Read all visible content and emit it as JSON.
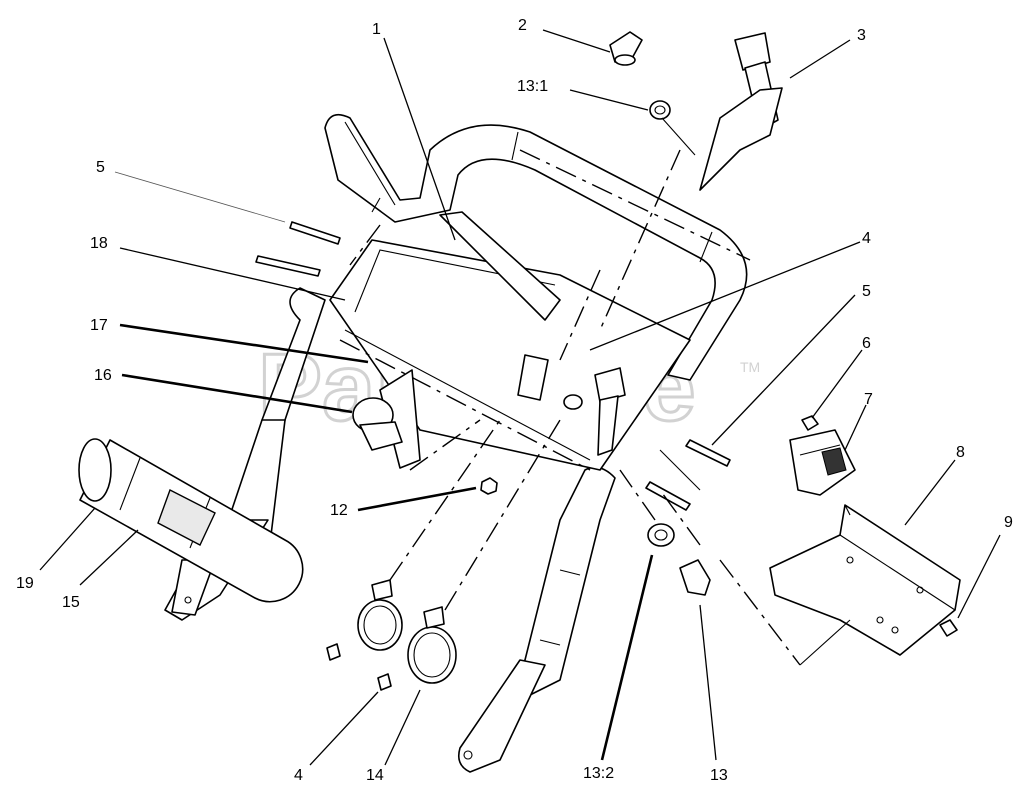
{
  "watermark": {
    "text": "PartsTree",
    "trademark": "TM"
  },
  "callouts": {
    "c1": "1",
    "c2": "2",
    "c3": "3",
    "c13_1": "13:1",
    "c5_left": "5",
    "c4_right": "4",
    "c18": "18",
    "c5_right": "5",
    "c17": "17",
    "c6": "6",
    "c16": "16",
    "c7": "7",
    "c8": "8",
    "c12": "12",
    "c9": "9",
    "c19": "19",
    "c15": "15",
    "c4_bottom": "4",
    "c14": "14",
    "c13_2": "13:2",
    "c13": "13"
  }
}
